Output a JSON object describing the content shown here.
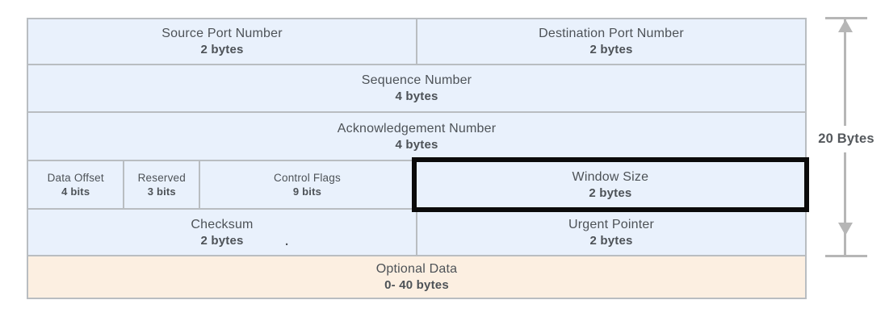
{
  "table": {
    "rows": [
      {
        "cells": [
          {
            "name": "Source Port Number",
            "size": "2 bytes"
          },
          {
            "name": "Destination Port Number",
            "size": "2 bytes"
          }
        ]
      },
      {
        "cells": [
          {
            "name": "Sequence Number",
            "size": "4 bytes"
          }
        ]
      },
      {
        "cells": [
          {
            "name": "Acknowledgement Number",
            "size": "4 bytes"
          }
        ]
      },
      {
        "cells": [
          {
            "name": "Data Offset",
            "size": "4 bits"
          },
          {
            "name": "Reserved",
            "size": "3 bits"
          },
          {
            "name": "Control Flags",
            "size": "9 bits"
          },
          {
            "name": "Window Size",
            "size": "2 bytes"
          }
        ]
      },
      {
        "cells": [
          {
            "name": "Checksum",
            "size": "2 bytes"
          },
          {
            "name": "Urgent Pointer",
            "size": "2 bytes"
          }
        ]
      },
      {
        "cells": [
          {
            "name": "Optional Data",
            "size": "0- 40 bytes"
          }
        ]
      }
    ],
    "highlighted_field": "Window Size",
    "stray_mark": "."
  },
  "annotation": {
    "size_label": "20 Bytes"
  },
  "colors": {
    "cell_blue": "#e9f1fc",
    "cell_orange": "#fcefe1",
    "grid_line": "#b9bdc1",
    "highlight_border": "#0b0b0b",
    "text": "#4d5257",
    "arrow": "#b6b6b6"
  }
}
